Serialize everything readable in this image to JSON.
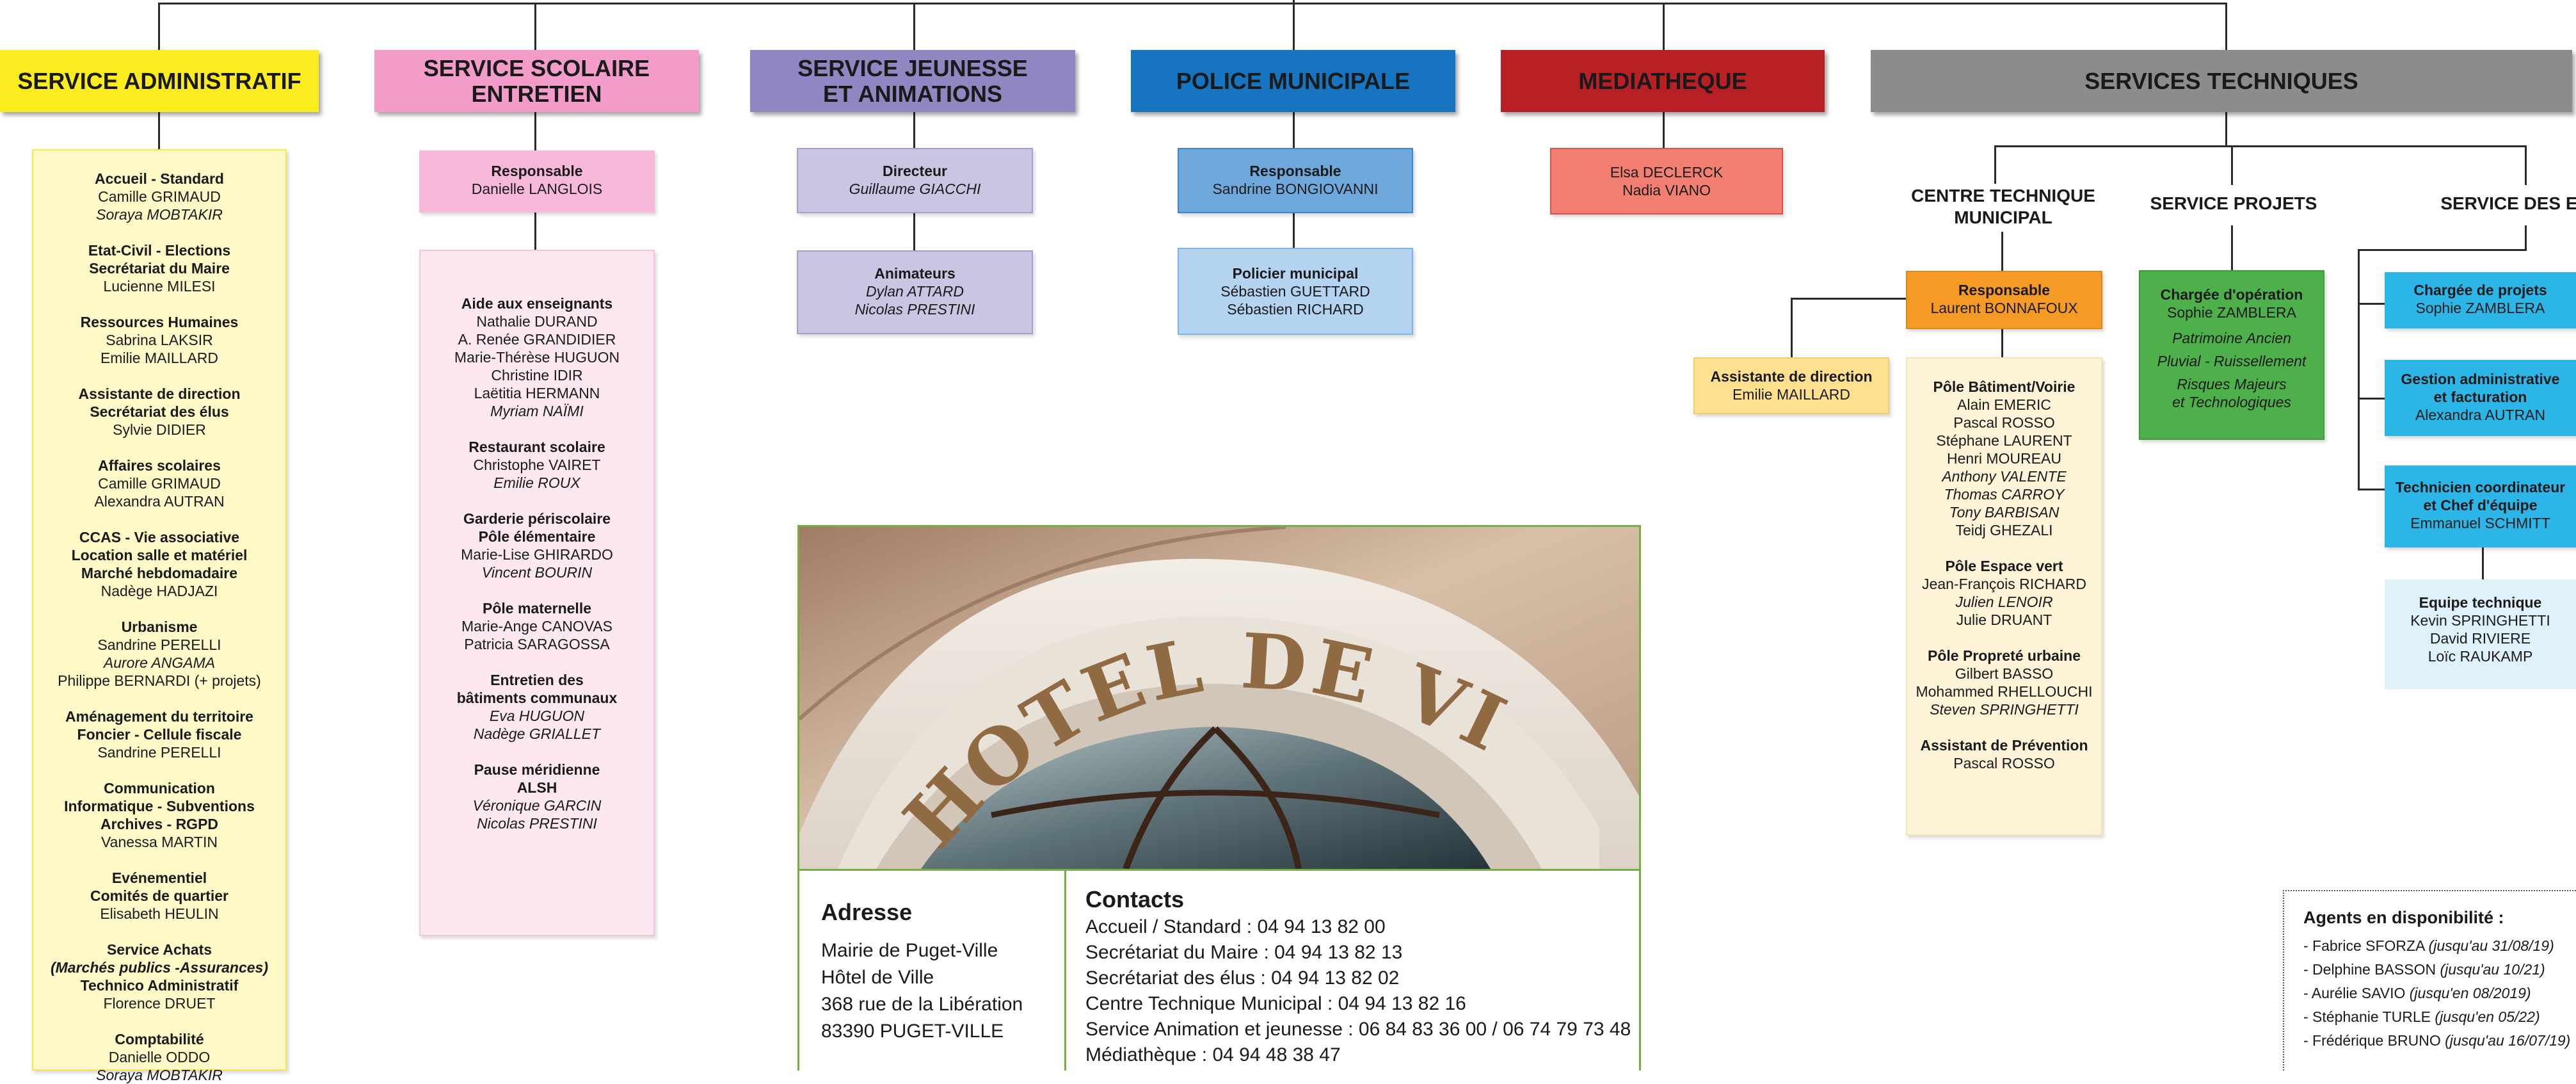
{
  "colors": {
    "admin": "#fbec1f",
    "admin_box": "#fef9c7",
    "scolaire": "#f39cc9",
    "scolaire_light": "#f7b8d9",
    "scolaire_box": "#fde8f2",
    "jeunesse": "#9086c2",
    "jeunesse_box": "#cbc4e3",
    "police": "#1674c1",
    "police_mid": "#6fa9dc",
    "police_light": "#b3d3f0",
    "media": "#b72126",
    "media_box": "#f27f72",
    "tech": "#8c8c8c",
    "tech_orange": "#f59a25",
    "tech_yellow": "#ffe08f",
    "tech_cream": "#fef2d7",
    "projets_green": "#4db04a",
    "eaux_cyan": "#2cb6e8",
    "eaux_light": "#dff1fb",
    "photo_border": "#74b040"
  },
  "headers": {
    "admin": "SERVICE ADMINISTRATIF",
    "scolaire": [
      "SERVICE SCOLAIRE",
      "ENTRETIEN"
    ],
    "jeunesse": [
      "SERVICE JEUNESSE",
      "ET ANIMATIONS"
    ],
    "police": "POLICE MUNICIPALE",
    "media": "MEDIATHEQUE",
    "tech": "SERVICES TECHNIQUES"
  },
  "admin": {
    "groups": [
      {
        "titles": [
          "Accueil - Standard"
        ],
        "names": [
          {
            "t": "Camille GRIMAUD",
            "i": false
          },
          {
            "t": "Soraya MOBTAKIR",
            "i": true
          }
        ]
      },
      {
        "titles": [
          "Etat-Civil - Elections",
          "Secrétariat du Maire"
        ],
        "names": [
          {
            "t": "Lucienne MILESI",
            "i": false
          }
        ]
      },
      {
        "titles": [
          "Ressources Humaines"
        ],
        "names": [
          {
            "t": "Sabrina LAKSIR",
            "i": false
          },
          {
            "t": "Emilie MAILLARD",
            "i": false
          }
        ]
      },
      {
        "titles": [
          "Assistante de direction",
          "Secrétariat  des élus"
        ],
        "names": [
          {
            "t": "Sylvie DIDIER",
            "i": false
          }
        ]
      },
      {
        "titles": [
          "Affaires scolaires"
        ],
        "names": [
          {
            "t": "Camille GRIMAUD",
            "i": false
          },
          {
            "t": "Alexandra AUTRAN",
            "i": false
          }
        ]
      },
      {
        "titles": [
          "CCAS - Vie associative",
          "Location salle et matériel",
          "Marché hebdomadaire"
        ],
        "names": [
          {
            "t": "Nadège HADJAZI",
            "i": false
          }
        ]
      },
      {
        "titles": [
          "Urbanisme"
        ],
        "names": [
          {
            "t": "Sandrine PERELLI",
            "i": false
          },
          {
            "t": "Aurore ANGAMA",
            "i": true
          },
          {
            "t": "Philippe BERNARDI (+ projets)",
            "i": false
          }
        ]
      },
      {
        "titles": [
          "Aménagement du territoire",
          "Foncier - Cellule fiscale"
        ],
        "names": [
          {
            "t": "Sandrine PERELLI",
            "i": false
          }
        ]
      },
      {
        "titles": [
          "Communication",
          "Informatique - Subventions",
          "Archives - RGPD"
        ],
        "names": [
          {
            "t": "Vanessa MARTIN",
            "i": false
          }
        ]
      },
      {
        "titles": [
          "Evénementiel",
          "Comités de quartier"
        ],
        "names": [
          {
            "t": "Elisabeth HEULIN",
            "i": false
          }
        ]
      },
      {
        "titles": [
          "Service Achats"
        ],
        "titles_italic": [
          "(Marchés publics -Assurances)"
        ],
        "titles2": [
          "Technico Administratif"
        ],
        "names": [
          {
            "t": "Florence DRUET",
            "i": false
          }
        ]
      },
      {
        "titles": [
          "Comptabilité"
        ],
        "names": [
          {
            "t": "Danielle ODDO",
            "i": false
          },
          {
            "t": "Soraya MOBTAKIR",
            "i": true
          }
        ]
      }
    ]
  },
  "scolaire": {
    "resp_title": "Responsable",
    "resp_name": "Danielle LANGLOIS",
    "groups": [
      {
        "titles": [
          "Aide aux enseignants"
        ],
        "names": [
          {
            "t": "Nathalie DURAND",
            "i": false
          },
          {
            "t": "A. Renée GRANDIDIER",
            "i": false
          },
          {
            "t": "Marie-Thérèse HUGUON",
            "i": false
          },
          {
            "t": "Christine IDIR",
            "i": false
          },
          {
            "t": "Laëtitia HERMANN",
            "i": false
          },
          {
            "t": "Myriam NAÏMI",
            "i": true
          }
        ]
      },
      {
        "titles": [
          "Restaurant scolaire"
        ],
        "names": [
          {
            "t": "Christophe VAIRET",
            "i": false
          },
          {
            "t": "Emilie ROUX",
            "i": true
          }
        ]
      },
      {
        "titles": [
          "Garderie périscolaire",
          "Pôle élémentaire"
        ],
        "names": [
          {
            "t": "Marie-Lise GHIRARDO",
            "i": false
          },
          {
            "t": "Vincent BOURIN",
            "i": true
          }
        ]
      },
      {
        "titles": [
          "Pôle maternelle"
        ],
        "names": [
          {
            "t": "Marie-Ange CANOVAS",
            "i": false
          },
          {
            "t": "Patricia SARAGOSSA",
            "i": false
          }
        ]
      },
      {
        "titles": [
          "Entretien des",
          "bâtiments communaux"
        ],
        "names": [
          {
            "t": "Eva HUGUON",
            "i": true
          },
          {
            "t": "Nadège GRIALLET",
            "i": true
          }
        ]
      },
      {
        "titles": [
          "Pause méridienne",
          "ALSH"
        ],
        "names": [
          {
            "t": "Véronique GARCIN",
            "i": true
          },
          {
            "t": "Nicolas PRESTINI",
            "i": true
          }
        ]
      }
    ]
  },
  "jeunesse": {
    "dir_title": "Directeur",
    "dir_name": "Guillaume GIACCHI",
    "anim_title": "Animateurs",
    "anim_names": [
      "Dylan ATTARD",
      "Nicolas PRESTINI"
    ]
  },
  "police": {
    "resp_title": "Responsable",
    "resp_name": "Sandrine BONGIOVANNI",
    "pm_title": "Policier municipal",
    "pm_names": [
      "Sébastien GUETTARD",
      "Sébastien RICHARD"
    ]
  },
  "media": {
    "names": [
      "Elsa DECLERCK",
      "Nadia VIANO"
    ]
  },
  "tech": {
    "ctm_title": [
      "CENTRE TECHNIQUE",
      "MUNICIPAL"
    ],
    "projets_title": "SERVICE PROJETS",
    "eaux_title": "SERVICE DES EAUX",
    "ctm_resp_title": "Responsable",
    "ctm_resp_name": "Laurent BONNAFOUX",
    "assist_title": "Assistante de direction",
    "assist_name": "Emilie MAILLARD",
    "poles": [
      {
        "titles": [
          "Pôle Bâtiment/Voirie"
        ],
        "names": [
          {
            "t": "Alain EMERIC",
            "i": false
          },
          {
            "t": "Pascal ROSSO",
            "i": false
          },
          {
            "t": "Stéphane LAURENT",
            "i": false
          },
          {
            "t": "Henri MOUREAU",
            "i": false
          },
          {
            "t": "Anthony VALENTE",
            "i": true
          },
          {
            "t": "Thomas CARROY",
            "i": true
          },
          {
            "t": "Tony BARBISAN",
            "i": true
          },
          {
            "t": "Teidj GHEZALI",
            "i": false
          }
        ]
      },
      {
        "titles": [
          "Pôle Espace vert"
        ],
        "names": [
          {
            "t": "Jean-François RICHARD",
            "i": false
          },
          {
            "t": "Julien LENOIR",
            "i": true
          },
          {
            "t": "Julie DRUANT",
            "i": false
          }
        ]
      },
      {
        "titles": [
          "Pôle Propreté urbaine"
        ],
        "names": [
          {
            "t": "Gilbert BASSO",
            "i": false
          },
          {
            "t": "Mohammed RHELLOUCHI",
            "i": false
          },
          {
            "t": "Steven SPRINGHETTI",
            "i": true
          }
        ]
      },
      {
        "titles": [
          "Assistant de Prévention"
        ],
        "names": [
          {
            "t": "Pascal ROSSO",
            "i": false
          }
        ]
      }
    ],
    "projets_box": {
      "title": "Chargée d'opération",
      "name": "Sophie ZAMBLERA",
      "items": [
        "Patrimoine Ancien",
        "Pluvial - Ruissellement",
        "Risques Majeurs",
        "et Technologiques"
      ]
    },
    "eaux": {
      "charge_title": "Chargée de projets",
      "charge_name": "Sophie ZAMBLERA",
      "gestion_title": [
        "Gestion administrative",
        "et facturation"
      ],
      "gestion_name": "Alexandra AUTRAN",
      "tech_title": [
        "Technicien coordinateur",
        "et Chef d'équipe"
      ],
      "tech_name": "Emmanuel SCHMITT",
      "equipe_title": "Equipe technique",
      "equipe_names": [
        "Kevin SPRINGHETTI",
        "David RIVIERE",
        "Loïc RAUKAMP"
      ]
    }
  },
  "photo": {
    "sign_text": "HOTEL DE VILLE"
  },
  "address": {
    "title": "Adresse",
    "lines": [
      "Mairie de Puget-Ville",
      "Hôtel de Ville",
      "368 rue de la Libération",
      "83390 PUGET-VILLE"
    ]
  },
  "contacts": {
    "title": "Contacts",
    "lines": [
      "Accueil / Standard : 04 94 13 82 00",
      "Secrétariat du Maire :  04 94 13 82 13",
      "Secrétariat des élus :  04 94 13 82 02",
      "Centre Technique Municipal : 04 94 13 82 16",
      "Service Animation et jeunesse : 06 84 83 36 00 / 06 74 79 73 48",
      "Médiathèque : 04 94 48 38 47"
    ]
  },
  "dispo": {
    "title": "Agents en disponibilité :",
    "items": [
      {
        "name": "- Fabrice SFORZA",
        "note": "(jusqu'au 31/08/19)"
      },
      {
        "name": "- Delphine BASSON",
        "note": "(jusqu'au 10/21)"
      },
      {
        "name": "- Aurélie SAVIO",
        "note": "(jusqu'en 08/2019)"
      },
      {
        "name": "- Stéphanie TURLE",
        "note": "(jusqu'en 05/22)"
      },
      {
        "name": "- Frédérique BRUNO",
        "note": "(jusqu'au 16/07/19)"
      }
    ]
  }
}
